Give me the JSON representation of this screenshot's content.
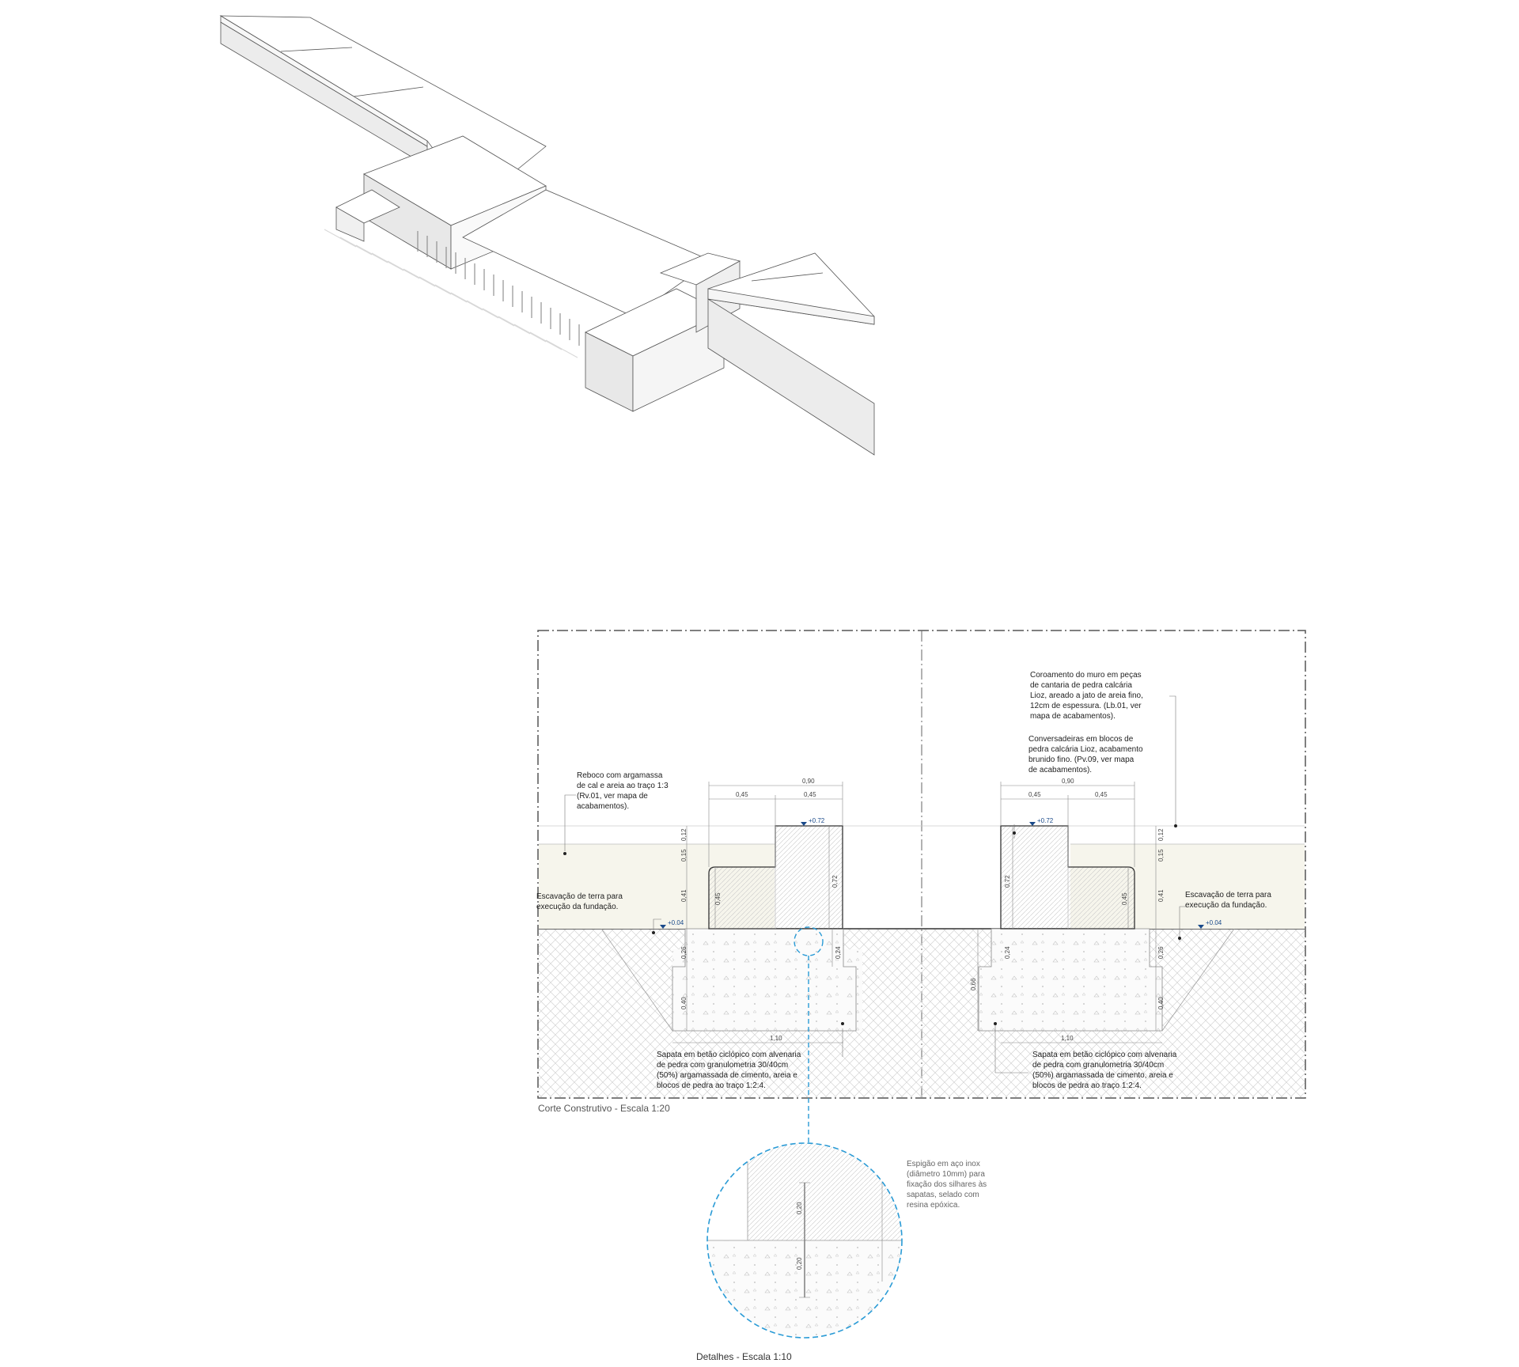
{
  "sheet": {
    "section_caption": "Corte Construtivo - Escala 1:20",
    "detail_caption": "Detalhes - Escala 1:10"
  },
  "section": {
    "levels": {
      "top": "+0.72",
      "ground": "+0.04"
    },
    "dims_left": {
      "overall_width": "0,90",
      "half_a": "0,45",
      "half_b": "0,45",
      "v_012": "0,12",
      "v_015": "0,15",
      "v_041": "0,41",
      "v_045": "0,45",
      "v_072": "0,72",
      "v_026": "0,26",
      "v_024": "0,24",
      "v_040": "0,40",
      "footing_width": "1,10"
    },
    "dims_right": {
      "overall_width": "0,90",
      "half_a": "0,45",
      "half_b": "0,45",
      "v_012": "0,12",
      "v_015": "0,15",
      "v_041": "0,41",
      "v_045": "0,45",
      "v_072": "0,72",
      "v_026": "0,26",
      "v_024": "0,24",
      "v_040": "0,40",
      "v_066": "0,66",
      "footing_width": "1,10"
    },
    "notes": {
      "reboco": [
        "Reboco com argamassa",
        "de cal e areia ao traço 1:3",
        "(Rv.01, ver mapa de",
        "acabamentos)."
      ],
      "escavacao_left": [
        "Escavação de terra para",
        "execução da fundação."
      ],
      "escavacao_right": [
        "Escavação de terra para",
        "execução da fundação."
      ],
      "sapata_left": [
        "Sapata em betão ciclópico com alvenaria",
        "de pedra com granulometria 30/40cm",
        "(50%) argamassada de cimento, areia e",
        "blocos de pedra ao traço 1:2:4."
      ],
      "sapata_right": [
        "Sapata em betão ciclópico com alvenaria",
        "de pedra com granulometria 30/40cm",
        "(50%) argamassada de cimento, areia e",
        "blocos de pedra ao traço 1:2:4."
      ],
      "coroamento": [
        "Coroamento do muro em peças",
        "de cantaria de pedra calcária",
        "Lioz, areado a jato de areia fino,",
        "12cm de espessura. (Lb.01, ver",
        "mapa de acabamentos)."
      ],
      "conversadeiras": [
        "Conversadeiras em blocos de",
        "pedra calcária Lioz, acabamento",
        "brunido fino. (Pv.09, ver mapa",
        "de acabamentos)."
      ]
    }
  },
  "detail": {
    "dim_upper": "0,20",
    "dim_lower": "0,20",
    "note": [
      "Espigão em aço inox",
      "(diâmetro 10mm) para",
      "fixação dos silhares às",
      "sapatas, selado com",
      "resina epóxica."
    ]
  },
  "colors": {
    "callout": "#2a9bd6",
    "level_marker": "#1a4a8a",
    "backfill": "#f6f5ec",
    "line": "#333333",
    "hatch": "#cfcfcf"
  }
}
